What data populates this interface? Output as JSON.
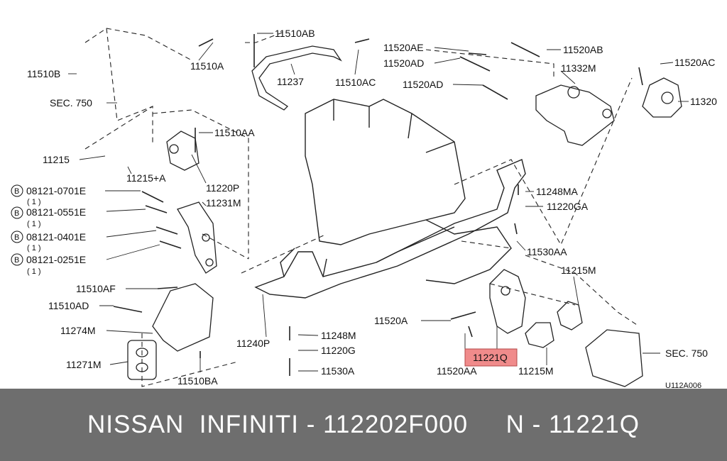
{
  "diagram": {
    "labels": {
      "l11510B": "11510B",
      "lsec750a": "SEC. 750",
      "l11510A": "11510A",
      "l11510AB": "11510AB",
      "l11237": "11237",
      "l11510AC": "11510AC",
      "l11520AE": "11520AE",
      "l11520AD1": "11520AD",
      "l11520AD2": "11520AD",
      "l11520AB": "11520AB",
      "l11332M": "11332M",
      "l11520AC": "11520AC",
      "l11320": "11320",
      "l11510AA": "11510AA",
      "l11215": "11215",
      "l11215A": "11215+A",
      "l11220P": "11220P",
      "l11231M": "11231M",
      "b1": "08121-0701E",
      "b1q": "( 1 )",
      "b2": "08121-0551E",
      "b2q": "( 1 )",
      "b3": "08121-0401E",
      "b3q": "( 1 )",
      "b4": "08121-0251E",
      "b4q": "( 1 )",
      "circleB": "B",
      "l11248MA": "11248MA",
      "l11220GA": "11220GA",
      "l11530AA": "11530AA",
      "l11215M1": "11215M",
      "l11510AF": "11510AF",
      "l11510AD": "11510AD",
      "l11274M": "11274M",
      "l11271M": "11271M",
      "l11510BA": "11510BA",
      "l11240P": "11240P",
      "l11248M": "11248M",
      "l11220G": "11220G",
      "l11530A": "11530A",
      "l11520A": "11520A",
      "l11221Q": "11221Q",
      "l11520AA": "11520AA",
      "l11215M2": "11215M",
      "lsec750b": "SEC. 750",
      "lcode": "U112A006"
    },
    "highlight_color": "#f08b8b"
  },
  "footer": {
    "text": "NISSAN  INFINITI - 112202F000     N - 11221Q",
    "background": "#6e6e6e"
  }
}
